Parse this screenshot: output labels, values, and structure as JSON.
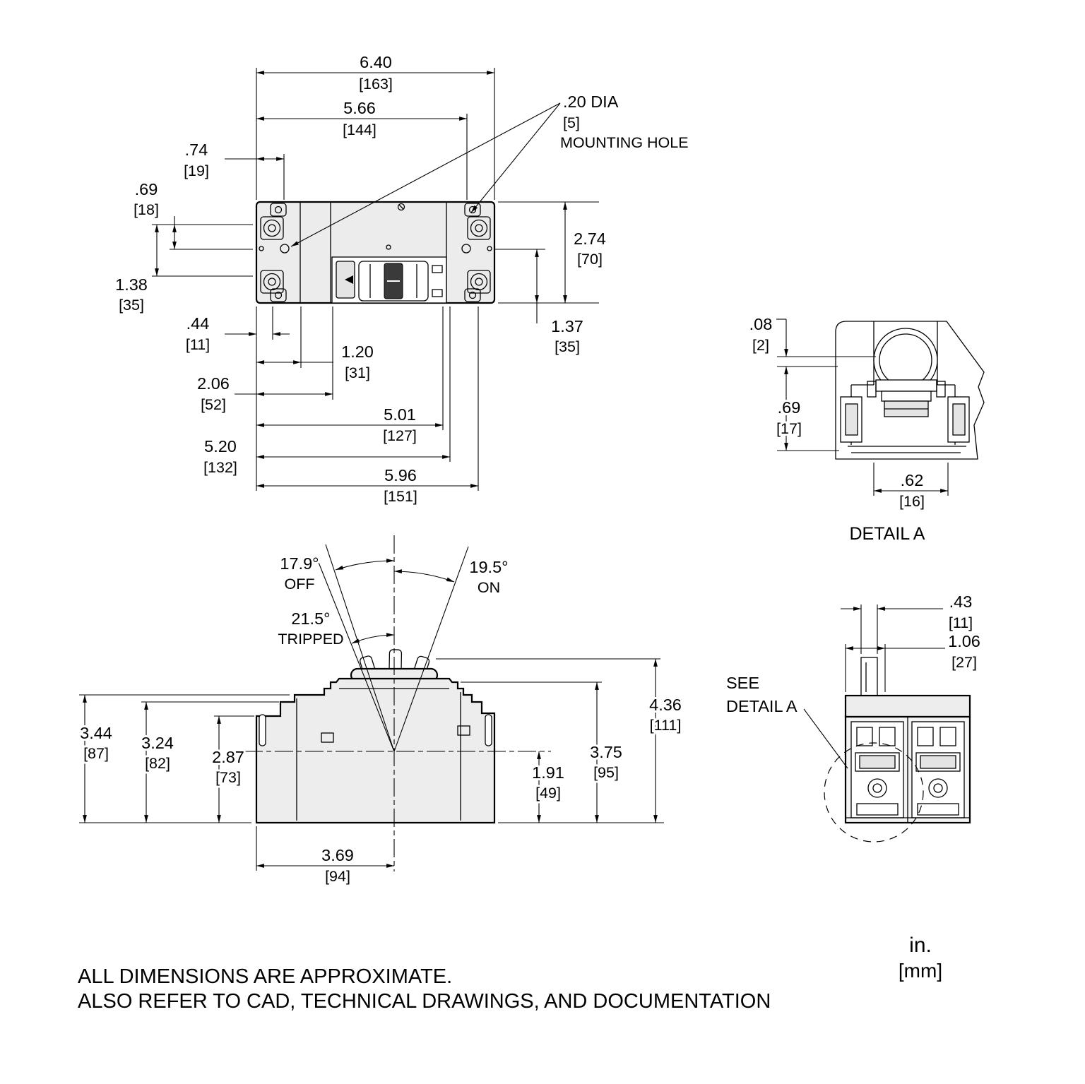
{
  "units": {
    "inch": "in.",
    "mm": "[mm]"
  },
  "footer": {
    "line1": "ALL DIMENSIONS ARE APPROXIMATE.",
    "line2": "ALSO REFER TO CAD, TECHNICAL DRAWINGS, AND DOCUMENTATION"
  },
  "top_view": {
    "d640": {
      "in": "6.40",
      "mm": "[163]"
    },
    "d566": {
      "in": "5.66",
      "mm": "[144]"
    },
    "d074": {
      "in": ".74",
      "mm": "[19]"
    },
    "d069": {
      "in": ".69",
      "mm": "[18]"
    },
    "d138": {
      "in": "1.38",
      "mm": "[35]"
    },
    "d274": {
      "in": "2.74",
      "mm": "[70]"
    },
    "d137": {
      "in": "1.37",
      "mm": "[35]"
    },
    "hole": {
      "in": ".20 DIA",
      "mm": "[5]",
      "label": "MOUNTING HOLE"
    },
    "d044": {
      "in": ".44",
      "mm": "[11]"
    },
    "d120": {
      "in": "1.20",
      "mm": "[31]"
    },
    "d206": {
      "in": "2.06",
      "mm": "[52]"
    },
    "d501": {
      "in": "5.01",
      "mm": "[127]"
    },
    "d520": {
      "in": "5.20",
      "mm": "[132]"
    },
    "d596": {
      "in": "5.96",
      "mm": "[151]"
    }
  },
  "detail_a": {
    "title": "DETAIL A",
    "d008": {
      "in": ".08",
      "mm": "[2]"
    },
    "d069": {
      "in": ".69",
      "mm": "[17]"
    },
    "d062": {
      "in": ".62",
      "mm": "[16]"
    }
  },
  "front_view": {
    "off": {
      "deg": "17.9°",
      "label": "OFF"
    },
    "on": {
      "deg": "19.5°",
      "label": "ON"
    },
    "tripped": {
      "deg": "21.5°",
      "label": "TRIPPED"
    },
    "d344": {
      "in": "3.44",
      "mm": "[87]"
    },
    "d324": {
      "in": "3.24",
      "mm": "[82]"
    },
    "d287": {
      "in": "2.87",
      "mm": "[73]"
    },
    "d191": {
      "in": "1.91",
      "mm": "[49]"
    },
    "d375": {
      "in": "3.75",
      "mm": "[95]"
    },
    "d436": {
      "in": "4.36",
      "mm": "[111]"
    },
    "d369": {
      "in": "3.69",
      "mm": "[94]"
    }
  },
  "side_view": {
    "d043": {
      "in": ".43",
      "mm": "[11]"
    },
    "d106": {
      "in": "1.06",
      "mm": "[27]"
    },
    "see_line1": "SEE",
    "see_line2": "DETAIL A"
  }
}
